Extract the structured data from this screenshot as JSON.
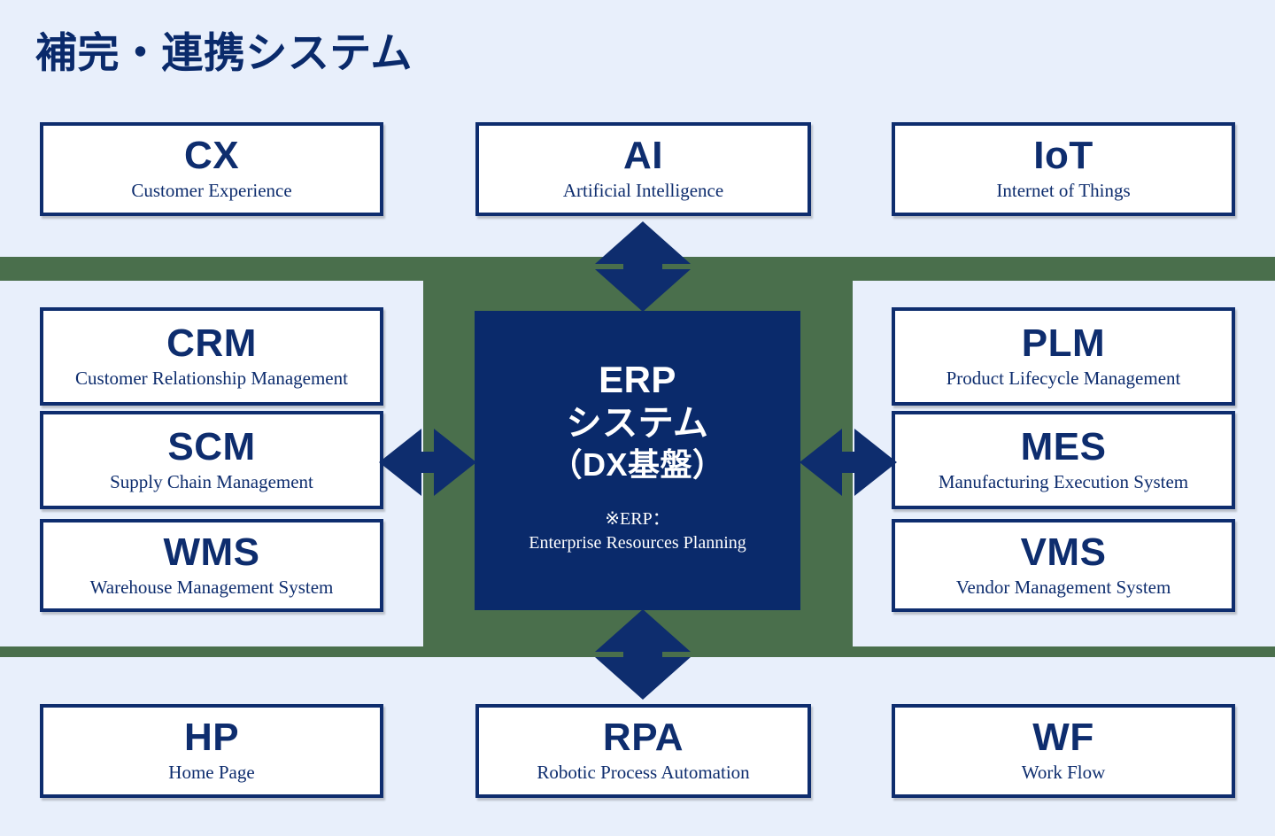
{
  "title": "補完・連携システム",
  "colors": {
    "background": "#e8effb",
    "navy": "#0a2a6b",
    "card_border": "#0e2d6e",
    "green_band": "#4a6f4c",
    "card_fill": "#ffffff",
    "arrow": "#0e2d6e"
  },
  "center": {
    "line1": "ERP",
    "line2": "システム",
    "line3": "（DX基盤）",
    "note_line1": "※ERP：",
    "note_line2": "Enterprise Resources Planning"
  },
  "top_row": [
    {
      "abbr": "CX",
      "full": "Customer Experience"
    },
    {
      "abbr": "AI",
      "full": "Artificial Intelligence"
    },
    {
      "abbr": "IoT",
      "full": "Internet of Things"
    }
  ],
  "left_column": [
    {
      "abbr": "CRM",
      "full": "Customer Relationship Management"
    },
    {
      "abbr": "SCM",
      "full": "Supply Chain Management"
    },
    {
      "abbr": "WMS",
      "full": "Warehouse Management System"
    }
  ],
  "right_column": [
    {
      "abbr": "PLM",
      "full": "Product Lifecycle Management"
    },
    {
      "abbr": "MES",
      "full": "Manufacturing Execution System"
    },
    {
      "abbr": "VMS",
      "full": "Vendor Management System"
    }
  ],
  "bottom_row": [
    {
      "abbr": "HP",
      "full": "Home Page"
    },
    {
      "abbr": "RPA",
      "full": "Robotic Process Automation"
    },
    {
      "abbr": "WF",
      "full": "Work Flow"
    }
  ],
  "connectors": [
    {
      "name": "erp-to-ai",
      "direction": "bidirectional-vertical"
    },
    {
      "name": "erp-to-rpa",
      "direction": "bidirectional-vertical"
    },
    {
      "name": "erp-to-left-column",
      "direction": "bidirectional-horizontal"
    },
    {
      "name": "erp-to-right-column",
      "direction": "bidirectional-horizontal"
    }
  ]
}
